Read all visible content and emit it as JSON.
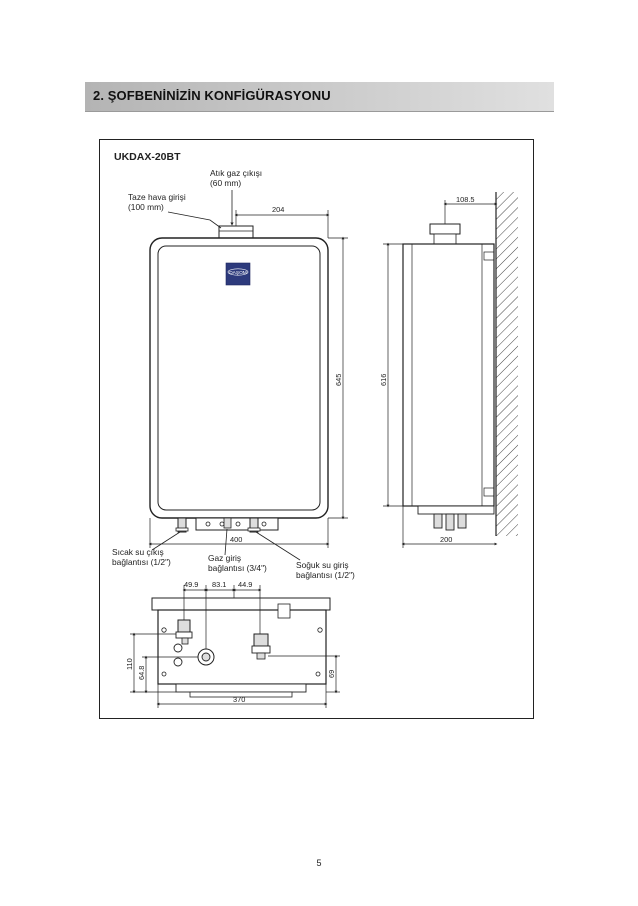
{
  "section": {
    "title": "2. ŞOFBENİNİZİN KONFİGÜRASYONU"
  },
  "figure": {
    "model": "UKDAX-20BT",
    "brand": "DAŞOM",
    "labels": {
      "exhaust_line1": "Atık gaz çıkışı",
      "exhaust_line2": "(60 mm)",
      "fresh_air_line1": "Taze hava girişi",
      "fresh_air_line2": "(100 mm)",
      "hot_water_line1": "Sıcak su çıkış",
      "hot_water_line2": "bağlantısı (1/2\")",
      "gas_line1": "Gaz giriş",
      "gas_line2": "bağlantısı (3/4\")",
      "cold_water_line1": "Soğuk su giriş",
      "cold_water_line2": "bağlantısı (1/2\")"
    },
    "dimensions": {
      "flue_offset": "204",
      "front_height": "645",
      "side_height": "616",
      "side_top": "108.5",
      "front_width": "400",
      "side_depth": "200",
      "bottom_d1": "49.9",
      "bottom_d2": "83.1",
      "bottom_d3": "44.9",
      "bottom_h1": "110",
      "bottom_h2": "64.8",
      "bottom_h3": "69",
      "bottom_width": "370"
    }
  },
  "page": {
    "number": "5"
  }
}
